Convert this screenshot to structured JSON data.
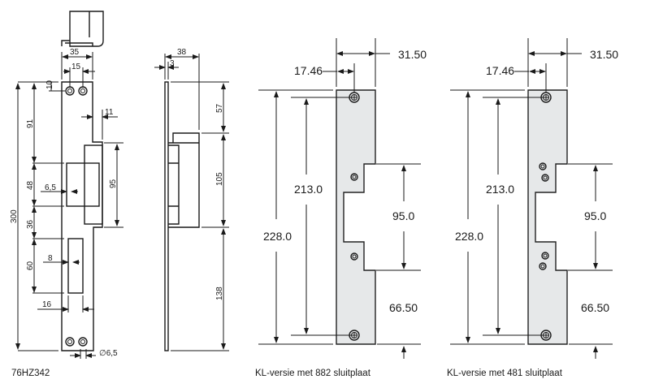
{
  "drawing_left": {
    "caption": "76HZ342",
    "dims": {
      "w35": "35",
      "w15": "15",
      "h10": "10",
      "w11": "11",
      "h91": "91",
      "h48": "48",
      "w6_5": "6,5",
      "h95": "95",
      "h300": "300",
      "h36": "36",
      "h60": "60",
      "w8": "8",
      "w16": "16",
      "dia": "∅6,5"
    }
  },
  "drawing_side": {
    "dims": {
      "w38": "38",
      "w3": "3",
      "h57": "57",
      "h105": "105",
      "h138": "138"
    }
  },
  "plate_882": {
    "caption": "KL-versie met 882 sluitplaat",
    "dims": {
      "d1": "31.50",
      "d2": "17.46",
      "d3": "228.0",
      "d4": "213.0",
      "d5": "95.0",
      "d6": "66.50"
    }
  },
  "plate_481": {
    "caption": "KL-versie met 481 sluitplaat",
    "dims": {
      "d1": "31.50",
      "d2": "17.46",
      "d3": "228.0",
      "d4": "213.0",
      "d5": "95.0",
      "d6": "66.50"
    }
  }
}
